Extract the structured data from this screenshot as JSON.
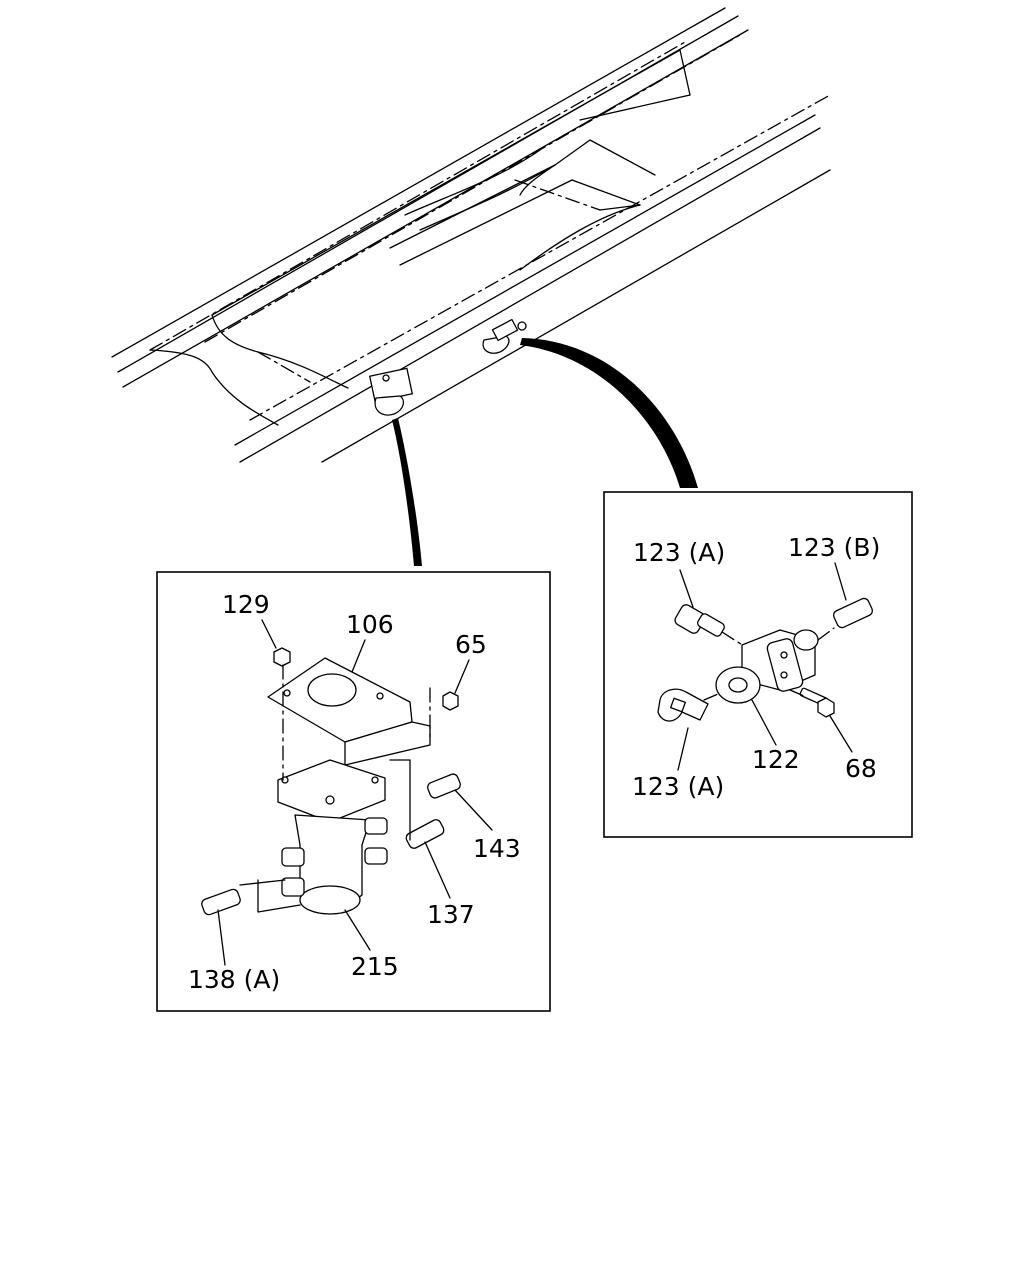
{
  "diagram": {
    "left_callouts": {
      "c129": "129",
      "c106": "106",
      "c65": "65",
      "c143": "143",
      "c137": "137",
      "c215": "215",
      "c138a": "138 (A)"
    },
    "right_callouts": {
      "c123a_top": "123 (A)",
      "c123b": "123 (B)",
      "c122": "122",
      "c68": "68",
      "c123a_bottom": "123 (A)"
    }
  }
}
